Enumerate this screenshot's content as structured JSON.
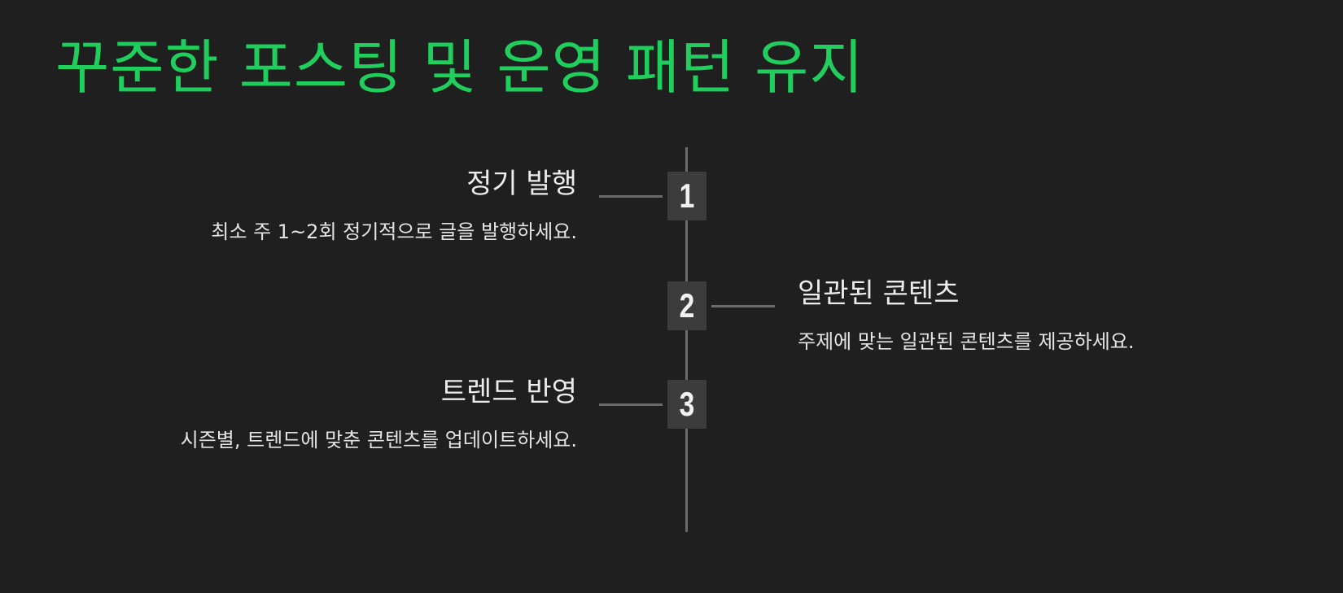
{
  "title": "꾸준한 포스팅 및 운영 패턴 유지",
  "steps": [
    {
      "number": "1",
      "title": "정기 발행",
      "description": "최소 주 1~2회 정기적으로 글을 발행하세요.",
      "side": "left"
    },
    {
      "number": "2",
      "title": "일관된 콘텐츠",
      "description": "주제에 맞는 일관된 콘텐츠를 제공하세요.",
      "side": "right"
    },
    {
      "number": "3",
      "title": "트렌드 반영",
      "description": "시즌별, 트렌드에 맞춘 콘텐츠를 업데이트하세요.",
      "side": "left"
    }
  ],
  "colors": {
    "background": "#1f1f1f",
    "title": "#1fce5c",
    "line": "#6b6b6b",
    "box": "#3c3c3c"
  }
}
